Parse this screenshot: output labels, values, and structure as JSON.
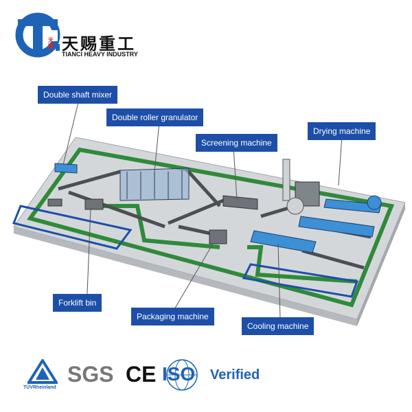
{
  "brand": {
    "cn_name": "天赐重工",
    "en_name": "TIANCI HEAVY INDUSTRY",
    "logo_stamp": "天赐",
    "primary_color": "#1e63b5",
    "accent_red": "#d6232a"
  },
  "labels": {
    "double_shaft_mixer": "Double shaft mixer",
    "double_roller_granulator": "Double roller granulator",
    "screening_machine": "Screening machine",
    "drying_machine": "Drying machine",
    "forklift_bin": "Forklift bin",
    "packaging_machine": "Packaging machine",
    "cooling_machine": "Cooling machine"
  },
  "certs": {
    "tuv": "TÜVRheinland",
    "sgs": "SGS",
    "ce": "CE",
    "iso": "ISO",
    "verified": "Verified"
  },
  "colors": {
    "label_bg": "#1d4fa8",
    "floor": "#d4d7da",
    "green_path": "#2f8a3a",
    "blue_machine": "#3d8fd6"
  }
}
